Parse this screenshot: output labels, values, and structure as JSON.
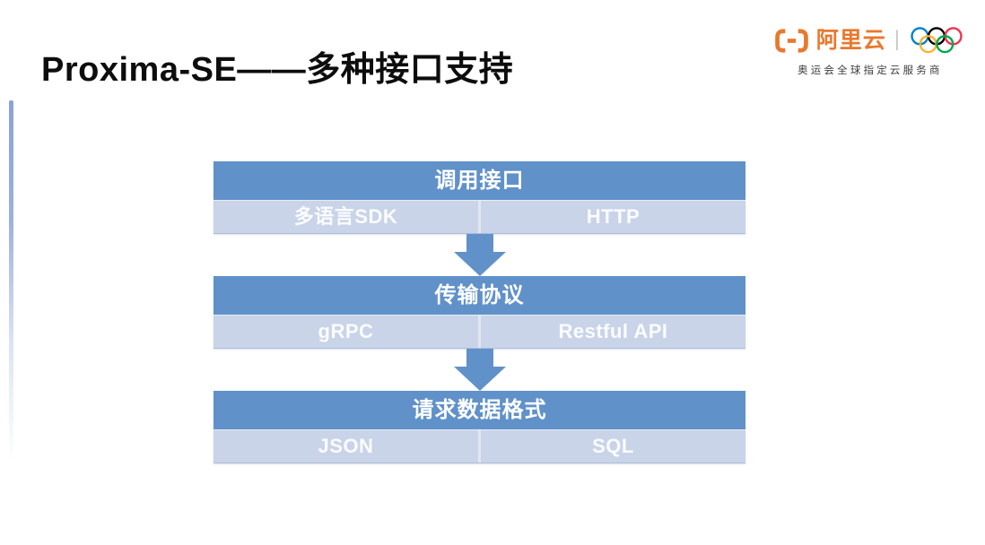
{
  "slide": {
    "title": "Proxima-SE——多种接口支持"
  },
  "brand": {
    "logo_icon": "alibaba-cloud-bracket-icon",
    "logo_text": "阿里云",
    "separator": "|",
    "rings_icon": "olympic-rings-icon",
    "tagline": "奥运会全球指定云服务商",
    "colors": {
      "logo_orange": "#E8792E",
      "separator_gray": "#C9C9C9",
      "tagline_gray": "#3C3C3C"
    },
    "ring_colors": [
      "#0081C8",
      "#000000",
      "#EE334E",
      "#FCB131",
      "#00A651"
    ]
  },
  "diagram": {
    "colors": {
      "header_blue": "#6191C9",
      "row_blue": "#C9D4E9",
      "arrow_blue": "#6191C9",
      "text_white": "#FFFFFF"
    },
    "connector": "down-arrow",
    "layers": [
      {
        "header": "调用接口",
        "cells": [
          "多语言SDK",
          "HTTP"
        ]
      },
      {
        "header": "传输协议",
        "cells": [
          "gRPC",
          "Restful API"
        ]
      },
      {
        "header": "请求数据格式",
        "cells": [
          "JSON",
          "SQL"
        ]
      }
    ]
  }
}
